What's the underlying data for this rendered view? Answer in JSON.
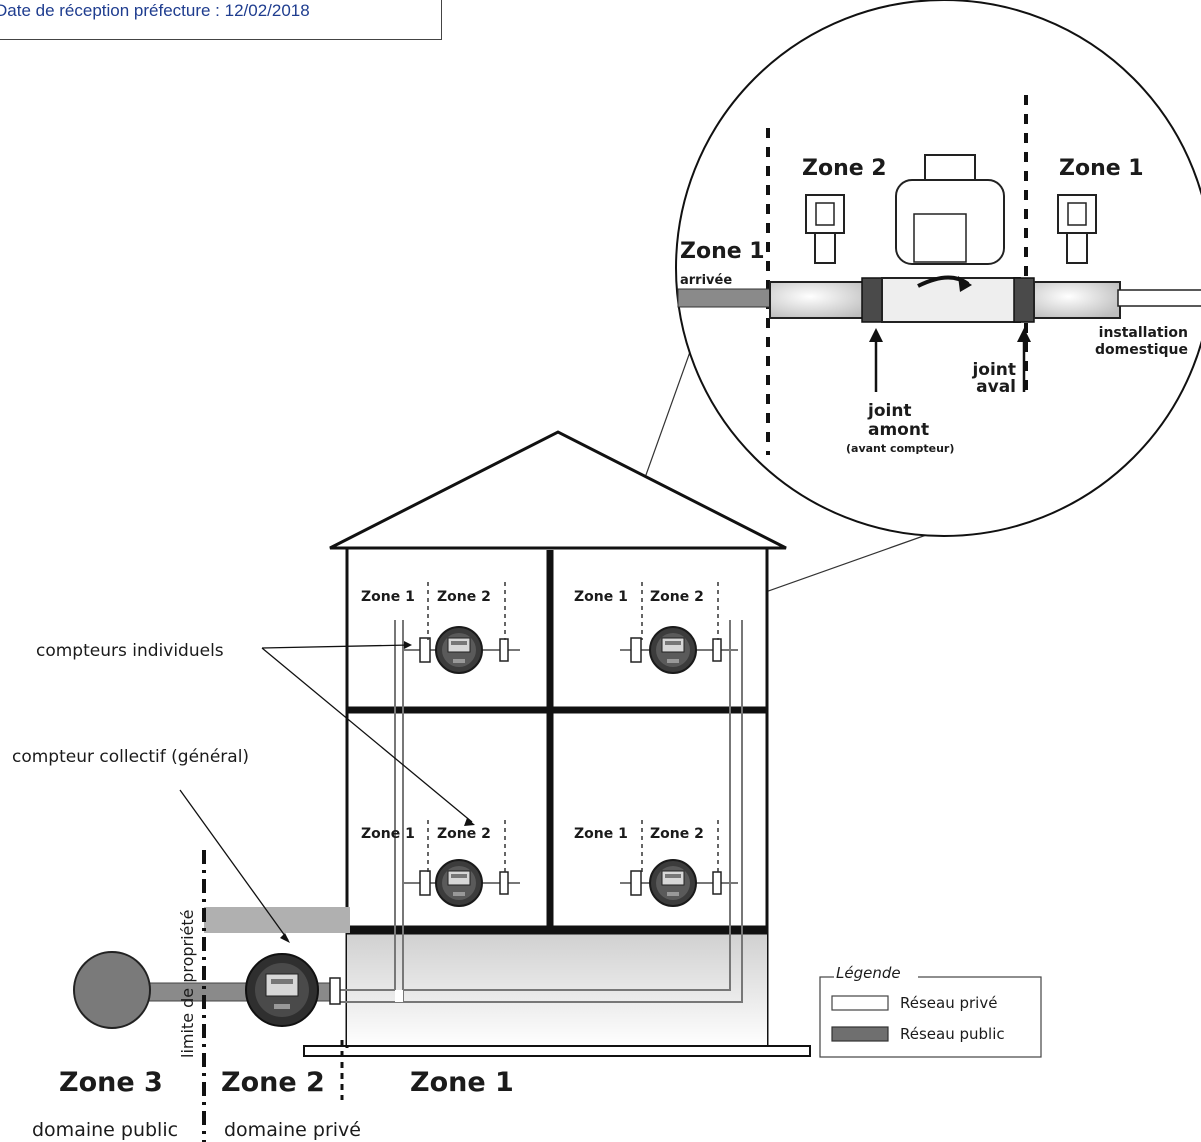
{
  "stamp": {
    "text": "Date de réception préfecture : 12/02/2018"
  },
  "zoom": {
    "zone2": "Zone 2",
    "zone1_right": "Zone 1",
    "zone1_left": "Zone 1",
    "arrivee": "arrivée",
    "installation": [
      "installation",
      "domestique"
    ],
    "joint_aval": [
      "joint",
      "aval"
    ],
    "joint_amont": [
      "joint",
      "amont",
      "(avant compteur)"
    ]
  },
  "house": {
    "rooms": [
      {
        "zone1": "Zone 1",
        "zone2": "Zone 2"
      },
      {
        "zone1": "Zone 1",
        "zone2": "Zone 2"
      },
      {
        "zone1": "Zone 1",
        "zone2": "Zone 2"
      },
      {
        "zone1": "Zone 1",
        "zone2": "Zone 2"
      }
    ]
  },
  "labels": {
    "compteurs_individuels": "compteurs individuels",
    "compteur_collectif": "compteur collectif (général)",
    "limite": "limite de propriété"
  },
  "bottom": {
    "zone3": "Zone 3",
    "zone2": "Zone 2",
    "zone1": "Zone 1",
    "domaine_public": "domaine public",
    "domaine_prive": "domaine privé"
  },
  "legend": {
    "title": "Légende",
    "prive": "Réseau privé",
    "public": "Réseau public"
  },
  "colors": {
    "stamp_text": "#1f3d8f",
    "public_pipe": "#8a8a8a",
    "meter": "#3a3a3a"
  }
}
